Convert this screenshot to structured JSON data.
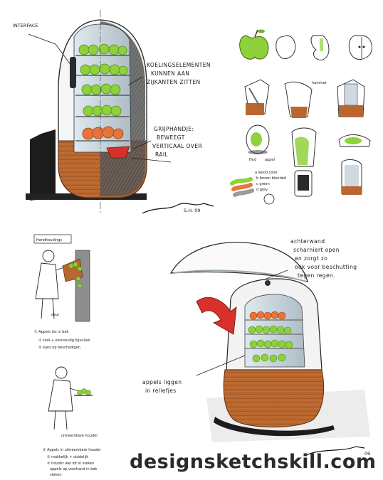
{
  "annotations": {
    "interface": "INTERFACE",
    "cooling_line1": "KOELINGSELEMENTEN",
    "cooling_line2": "KUNNEN AAN",
    "cooling_line3": "ZIJKANTEN ZITTEN",
    "handle_line1": "GRIJPHANDJE:",
    "handle_line2": "BEWEEGT",
    "handle_line3": "VERTICAAL OVER",
    "handle_line4": "RAIL",
    "back_line1": "achterwand",
    "back_line2": "scharniert open",
    "back_line3": "en zorgt zo",
    "back_line4": "ook voor beschutting",
    "back_line5": "tegen regen.",
    "apples_line1": "appels liggen",
    "apples_line2": "in reliefjes",
    "handhouding": "Handhoudings",
    "step1_title": "① Appels los in bak",
    "step1_sub1": "① snel + eenvoudig bijvullen",
    "step1_sub2": "② kans op beschadigen",
    "step2_title": "② Appels in uitneembare houder",
    "step2_sub1": "① makkelijk + duidelijk",
    "step2_sub2": "② houder wel dit in steken",
    "step2_sub3": "appels op voorhand in bak",
    "step2_sub4": "steken",
    "label_a": "uitneembare houder",
    "label_b": "deur",
    "legend_1": "a wood color",
    "legend_2": "b brown blended",
    "legend_3": "c green",
    "legend_4": "d grey",
    "sketch_note_1": "Find",
    "sketch_note_2": "appel",
    "small_note": "handvat"
  },
  "signatures": {
    "top": "S.H. 09",
    "bottom": "09"
  },
  "watermark": "designsketchskill.com",
  "colors": {
    "apple_green": "#8fd13a",
    "apple_dark": "#4f8f1c",
    "orange": "#e8743a",
    "wood": "#b9672f",
    "wood_dark": "#8a4a1e",
    "red_arrow": "#d8302b",
    "shell": "#f3f3f3",
    "shadow": "#1c1c1c"
  }
}
